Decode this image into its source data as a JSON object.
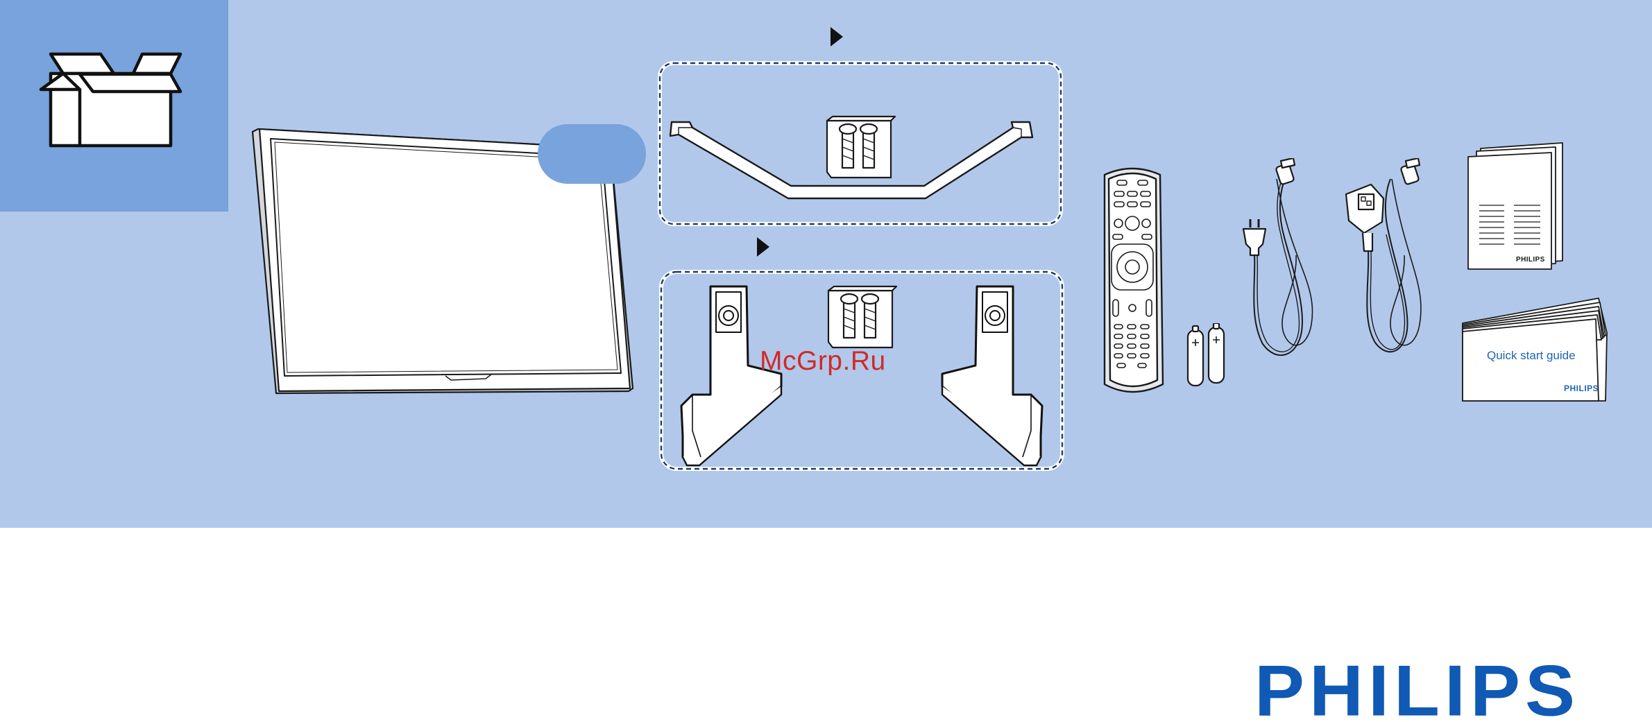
{
  "page": {
    "watermark": "McGrp.Ru"
  },
  "contents": {
    "items": [
      {
        "icon": "box-icon"
      },
      {
        "icon": "tv-panel-icon"
      },
      {
        "icon": "center-stand-icon"
      },
      {
        "icon": "feet-stand-icon"
      },
      {
        "icon": "screws-icon"
      },
      {
        "icon": "remote-control-icon"
      },
      {
        "icon": "batteries-icon"
      },
      {
        "icon": "eu-power-cord-icon"
      },
      {
        "icon": "uk-power-cord-icon"
      },
      {
        "icon": "leaflet-icon"
      }
    ],
    "leaflet_brand": "PHILIPS",
    "quick_start_guide": {
      "title": "Quick start guide",
      "brand": "PHILIPS"
    }
  },
  "footer": {
    "brand_logo": "PHILIPS"
  },
  "colors": {
    "band": "#b1c8eb",
    "tile": "#78a3dc",
    "brand_blue": "#1059b4",
    "outline": "#1a1a1a"
  }
}
